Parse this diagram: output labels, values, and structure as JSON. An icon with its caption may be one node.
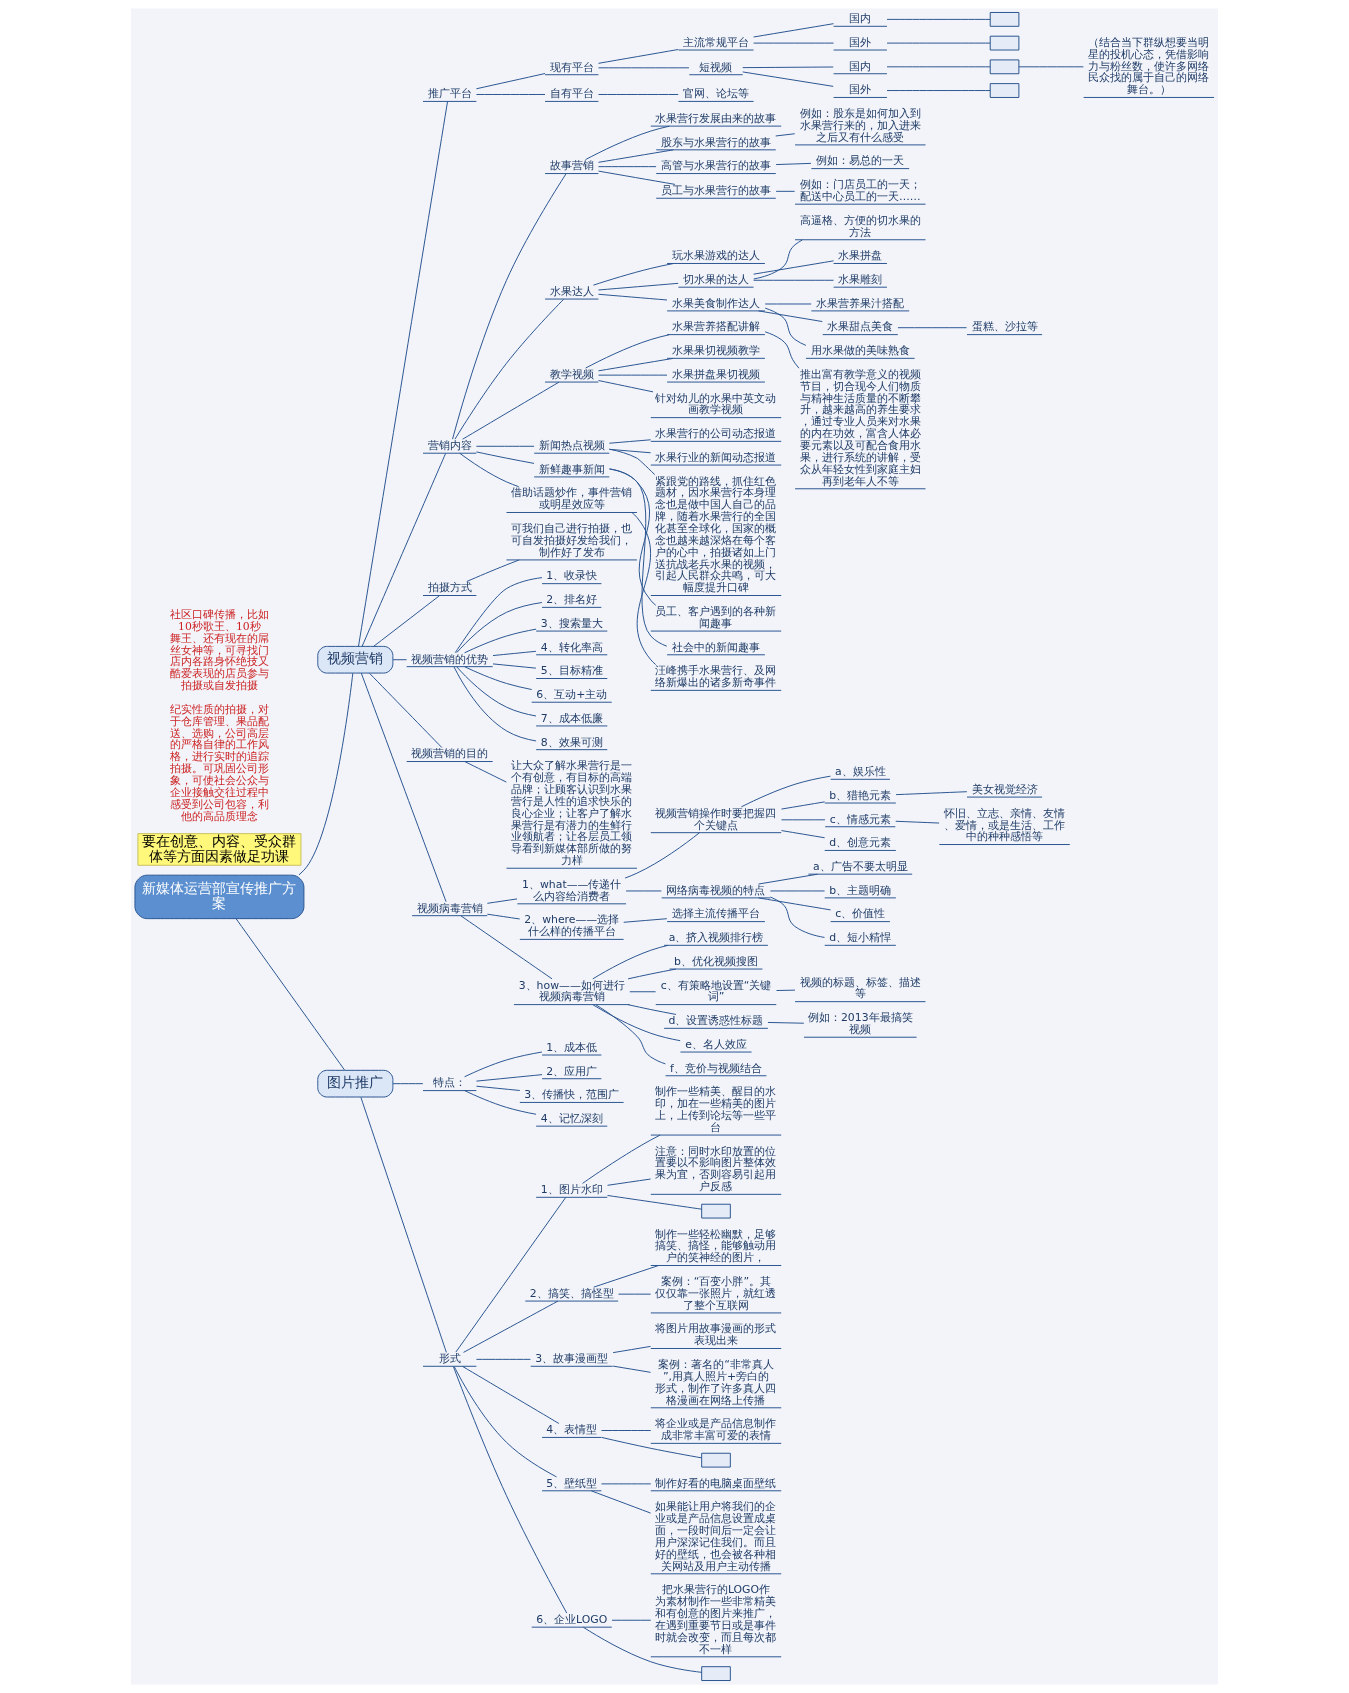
{
  "diagram": {
    "nodes": [
      {
        "text": [
          "新媒体运营部宣传推广方案"
        ]
      },
      {
        "text": [
          "视频营销"
        ]
      },
      {
        "text": [
          "推广平台"
        ]
      },
      {
        "text": [
          "现有平台"
        ]
      },
      {
        "text": [
          "主流常规平台"
        ]
      },
      {
        "text": [
          "国内"
        ]
      },
      {
        "text": [],
        "shape": "box"
      },
      {
        "text": [
          "国外"
        ]
      },
      {
        "text": [],
        "shape": "box"
      },
      {
        "text": [
          "短视频"
        ]
      },
      {
        "text": [
          "国内"
        ]
      },
      {
        "text": [],
        "shape": "box"
      },
      {
        "text": [
          "（结合当下群纵想要当明星的投机心态，凭借影响力与粉丝数，使许多网络民众找的属于自己的网络舞台。）"
        ]
      },
      {
        "text": [
          "国外"
        ]
      },
      {
        "text": [],
        "shape": "box"
      },
      {
        "text": [
          "自有平台"
        ]
      },
      {
        "text": [
          "官网、论坛等"
        ]
      },
      {
        "text": [
          "营销内容"
        ]
      },
      {
        "text": [
          "故事营销"
        ]
      },
      {
        "text": [
          "水果营行发展由来的故事"
        ]
      },
      {
        "text": [
          "股东与水果营行的故事"
        ]
      },
      {
        "text": [
          "例如：股东是如何加入到水果营行来的，加入进来之后又有什么感受"
        ]
      },
      {
        "text": [
          "高管与水果营行的故事"
        ]
      },
      {
        "text": [
          "例如：易总的一天"
        ]
      },
      {
        "text": [
          "员工与水果营行的故事"
        ]
      },
      {
        "text": [
          "例如：门店员工的一天；配送中心员工的一天……"
        ]
      },
      {
        "text": [
          "水果达人"
        ]
      },
      {
        "text": [
          "玩水果游戏的达人"
        ]
      },
      {
        "text": [
          "切水果的达人"
        ]
      },
      {
        "text": [
          "高逼格、方便的切水果的方法"
        ]
      },
      {
        "text": [
          "水果拼盘"
        ]
      },
      {
        "text": [
          "水果雕刻"
        ]
      },
      {
        "text": [
          "水果美食制作达人"
        ]
      },
      {
        "text": [
          "水果营养果汁搭配"
        ]
      },
      {
        "text": [
          "水果甜点美食"
        ]
      },
      {
        "text": [
          "蛋糕、沙拉等"
        ]
      },
      {
        "text": [
          "用水果做的美味熟食"
        ]
      },
      {
        "text": [
          "教学视频"
        ]
      },
      {
        "text": [
          "水果营养搭配讲解"
        ]
      },
      {
        "text": [
          "推出富有教学意义的视频节目，切合现今人们物质与精神生活质量的不断攀升，越来越高的养生要求，通过专业人员来对水果的内在功效，富含人体必要元素以及可配合食用水果，进行系统的讲解，受众从年轻女性到家庭主妇再到老年人不等"
        ]
      },
      {
        "text": [
          "水果果切视频教学"
        ]
      },
      {
        "text": [
          "水果拼盘果切视频"
        ]
      },
      {
        "text": [
          "针对幼儿的水果中英文动画教学视频"
        ]
      },
      {
        "text": [
          "新闻热点视频"
        ]
      },
      {
        "text": [
          "水果营行的公司动态报道"
        ]
      },
      {
        "text": [
          "水果行业的新闻动态报道"
        ]
      },
      {
        "text": [
          "紧跟党的路线，抓住红色题材，因水果营行本身理念也是做中国人自己的品牌，随着水果营行的全国化甚至全球化，国家的概念也越来越深烙在每个客户的心中，拍摄诸如上门送抗战老兵水果的视频，引起人民群众共鸣，可大幅度提升口碑"
        ]
      },
      {
        "text": [
          "新鲜趣事新闻"
        ]
      },
      {
        "text": [
          "员工、客户遇到的各种新闻趣事"
        ]
      },
      {
        "text": [
          "社会中的新闻趣事"
        ]
      },
      {
        "text": [
          "借助话题炒作，事件营销或明星效应等"
        ]
      },
      {
        "text": [
          "汪峰携手水果营行、及网络新爆出的诸多新奇事件"
        ]
      },
      {
        "text": [
          "拍摄方式"
        ]
      },
      {
        "text": [
          "可我们自己进行拍摄，也可自发拍摄好发给我们，制作好了发布"
        ]
      },
      {
        "text": [
          "视频营销的优势"
        ]
      },
      {
        "text": [
          "1、收录快"
        ]
      },
      {
        "text": [
          "2、排名好"
        ]
      },
      {
        "text": [
          "3、搜索量大"
        ]
      },
      {
        "text": [
          "4、转化率高"
        ]
      },
      {
        "text": [
          "5、目标精准"
        ]
      },
      {
        "text": [
          "6、互动+主动"
        ]
      },
      {
        "text": [
          "7、成本低廉"
        ]
      },
      {
        "text": [
          "8、效果可测"
        ]
      },
      {
        "text": [
          "视频营销的目的"
        ]
      },
      {
        "text": [
          "让大众了解水果营行是一个有创意，有目标的高端品牌；让顾客认识到水果营行是人性的追求快乐的良心企业；让客户了解水果营行是有潜力的生鲜行业领航者；让各层员工领导看到新媒体部所做的努力样"
        ]
      },
      {
        "text": [
          "视频病毒营销"
        ]
      },
      {
        "text": [
          "1、what——传递什么内容给消费者"
        ]
      },
      {
        "text": [
          "视频营销操作时要把握四个关键点"
        ]
      },
      {
        "text": [
          "a、娱乐性"
        ]
      },
      {
        "text": [
          "b、猎艳元素"
        ]
      },
      {
        "text": [
          "美女视觉经济"
        ]
      },
      {
        "text": [
          "c、情感元素"
        ]
      },
      {
        "text": [
          "怀旧、立志、亲情、友情、爱情，或是生活、工作中的种种感悟等"
        ]
      },
      {
        "text": [
          "d、创意元素"
        ]
      },
      {
        "text": [
          "网络病毒视频的特点"
        ]
      },
      {
        "text": [
          "a、广告不要太明显"
        ]
      },
      {
        "text": [
          "b、主题明确"
        ]
      },
      {
        "text": [
          "c、价值性"
        ]
      },
      {
        "text": [
          "d、短小精悍"
        ]
      },
      {
        "text": [
          "2、where——选择什么样的传播平台"
        ]
      },
      {
        "text": [
          "选择主流传播平台"
        ]
      },
      {
        "text": [
          "3、how——如何进行视频病毒营销"
        ]
      },
      {
        "text": [
          "a、挤入视频排行榜"
        ]
      },
      {
        "text": [
          "b、优化视频搜图"
        ]
      },
      {
        "text": [
          "c、有策略地设置“关键词”"
        ]
      },
      {
        "text": [
          "视频的标题、标签、描述等"
        ]
      },
      {
        "text": [
          "d、设置诱惑性标题"
        ]
      },
      {
        "text": [
          "例如：2013年最搞笑视频"
        ]
      },
      {
        "text": [
          "e、名人效应"
        ]
      },
      {
        "text": [
          "f、竞价与视频结合"
        ]
      },
      {
        "text": [
          "要在创意、内容、受众群体等方面因素做足功课"
        ]
      },
      {
        "text": [
          "图片推广"
        ]
      },
      {
        "text": [
          "特点："
        ]
      },
      {
        "text": [
          "1、成本低"
        ]
      },
      {
        "text": [
          "2、应用广"
        ]
      },
      {
        "text": [
          "3、传播快，范围广"
        ]
      },
      {
        "text": [
          "4、记忆深刻"
        ]
      },
      {
        "text": [
          "形式"
        ]
      },
      {
        "text": [
          "1、图片水印"
        ]
      },
      {
        "text": [
          "制作一些精美、醒目的水印，加在一些精美的图片上，上传到论坛等一些平台"
        ]
      },
      {
        "text": [
          "注意：同时水印放置的位置要以不影响图片整体效果为宜，否则容易引起用户反感"
        ]
      },
      {
        "text": [],
        "shape": "box"
      },
      {
        "text": [
          "2、搞笑、搞怪型"
        ]
      },
      {
        "text": [
          "制作一些轻松幽默，足够搞笑、搞怪，能够触动用户的笑神经的图片，"
        ]
      },
      {
        "text": [
          "案例：“百变小胖”。其仅仅靠一张照片，就红透了整个互联网"
        ]
      },
      {
        "text": [
          "3、故事漫画型"
        ]
      },
      {
        "text": [
          "将图片用故事漫画的形式表现出来"
        ]
      },
      {
        "text": [
          "案例：著名的“非常真人”,用真人照片+旁白的形式，制作了许多真人四格漫画在网络上传播"
        ]
      },
      {
        "text": [
          "4、表情型"
        ]
      },
      {
        "text": [
          "将企业或是产品信息制作成非常丰富可爱的表情"
        ]
      },
      {
        "text": [],
        "shape": "box"
      },
      {
        "text": [
          "5、壁纸型"
        ]
      },
      {
        "text": [
          "制作好看的电脑桌面壁纸"
        ]
      },
      {
        "text": [
          "如果能让用户将我们的企业或是产品信息设置成桌面，一段时间后一定会让用户深深记住我们。而且好的壁纸，也会被各种相关网站及用户主动传播"
        ]
      },
      {
        "text": [
          "6、企业LOGO"
        ]
      },
      {
        "text": [
          "把水果营行的LOGO作为素材制作一些非常精美和有创意的图片来推广，在遇到重要节日或是事件时就会改变，而且每次都不一样"
        ]
      },
      {
        "text": [],
        "shape": "box"
      }
    ],
    "edges": [
      {
        "from": 0,
        "to": 1,
        "arrow": "none"
      },
      {
        "from": 1,
        "to": 2,
        "arrow": "none"
      },
      {
        "from": 2,
        "to": 3,
        "arrow": "none"
      },
      {
        "from": 3,
        "to": 4,
        "arrow": "none"
      },
      {
        "from": 4,
        "to": 5,
        "arrow": "none"
      },
      {
        "from": 5,
        "to": 6,
        "arrow": "none"
      },
      {
        "from": 4,
        "to": 7,
        "arrow": "none"
      },
      {
        "from": 7,
        "to": 8,
        "arrow": "none"
      },
      {
        "from": 3,
        "to": 9,
        "arrow": "none"
      },
      {
        "from": 9,
        "to": 10,
        "arrow": "none"
      },
      {
        "from": 10,
        "to": 11,
        "arrow": "none"
      },
      {
        "from": 11,
        "to": 12,
        "arrow": "none"
      },
      {
        "from": 9,
        "to": 13,
        "arrow": "none"
      },
      {
        "from": 13,
        "to": 14,
        "arrow": "none"
      },
      {
        "from": 2,
        "to": 15,
        "arrow": "none"
      },
      {
        "from": 15,
        "to": 16,
        "arrow": "none"
      },
      {
        "from": 1,
        "to": 17,
        "arrow": "none"
      },
      {
        "from": 17,
        "to": 18,
        "arrow": "none"
      },
      {
        "from": 18,
        "to": 19,
        "arrow": "none"
      },
      {
        "from": 18,
        "to": 20,
        "arrow": "none"
      },
      {
        "from": 20,
        "to": 21,
        "arrow": "none"
      },
      {
        "from": 18,
        "to": 22,
        "arrow": "none"
      },
      {
        "from": 22,
        "to": 23,
        "arrow": "none"
      },
      {
        "from": 18,
        "to": 24,
        "arrow": "none"
      },
      {
        "from": 24,
        "to": 25,
        "arrow": "none"
      },
      {
        "from": 17,
        "to": 26,
        "arrow": "none"
      },
      {
        "from": 26,
        "to": 27,
        "arrow": "none"
      },
      {
        "from": 26,
        "to": 28,
        "arrow": "none"
      },
      {
        "from": 28,
        "to": 29,
        "arrow": "none"
      },
      {
        "from": 28,
        "to": 30,
        "arrow": "none"
      },
      {
        "from": 28,
        "to": 31,
        "arrow": "none"
      },
      {
        "from": 26,
        "to": 32,
        "arrow": "none"
      },
      {
        "from": 32,
        "to": 33,
        "arrow": "none"
      },
      {
        "from": 32,
        "to": 34,
        "arrow": "none"
      },
      {
        "from": 34,
        "to": 35,
        "arrow": "none"
      },
      {
        "from": 32,
        "to": 36,
        "arrow": "none"
      },
      {
        "from": 17,
        "to": 37,
        "arrow": "none"
      },
      {
        "from": 37,
        "to": 38,
        "arrow": "none"
      },
      {
        "from": 38,
        "to": 39,
        "arrow": "none"
      },
      {
        "from": 37,
        "to": 40,
        "arrow": "none"
      },
      {
        "from": 37,
        "to": 41,
        "arrow": "none"
      },
      {
        "from": 37,
        "to": 42,
        "arrow": "none"
      },
      {
        "from": 17,
        "to": 43,
        "arrow": "none"
      },
      {
        "from": 43,
        "to": 44,
        "arrow": "none"
      },
      {
        "from": 43,
        "to": 45,
        "arrow": "none"
      },
      {
        "from": 43,
        "to": 46,
        "arrow": "none"
      },
      {
        "from": 17,
        "to": 47,
        "arrow": "none"
      },
      {
        "from": 47,
        "to": 48,
        "arrow": "none"
      },
      {
        "from": 47,
        "to": 49,
        "arrow": "none"
      },
      {
        "from": 17,
        "to": 50,
        "arrow": "none"
      },
      {
        "from": 50,
        "to": 51,
        "arrow": "none"
      },
      {
        "from": 1,
        "to": 52,
        "arrow": "none"
      },
      {
        "from": 52,
        "to": 53,
        "arrow": "none"
      },
      {
        "from": 1,
        "to": 54,
        "arrow": "none"
      },
      {
        "from": 54,
        "to": 55,
        "arrow": "none"
      },
      {
        "from": 54,
        "to": 56,
        "arrow": "none"
      },
      {
        "from": 54,
        "to": 57,
        "arrow": "none"
      },
      {
        "from": 54,
        "to": 58,
        "arrow": "none"
      },
      {
        "from": 54,
        "to": 59,
        "arrow": "none"
      },
      {
        "from": 54,
        "to": 60,
        "arrow": "none"
      },
      {
        "from": 54,
        "to": 61,
        "arrow": "none"
      },
      {
        "from": 54,
        "to": 62,
        "arrow": "none"
      },
      {
        "from": 1,
        "to": 63,
        "arrow": "none"
      },
      {
        "from": 63,
        "to": 64,
        "arrow": "none"
      },
      {
        "from": 1,
        "to": 65,
        "arrow": "none"
      },
      {
        "from": 65,
        "to": 66,
        "arrow": "none"
      },
      {
        "from": 66,
        "to": 67,
        "arrow": "none"
      },
      {
        "from": 67,
        "to": 68,
        "arrow": "none"
      },
      {
        "from": 67,
        "to": 69,
        "arrow": "none"
      },
      {
        "from": 69,
        "to": 70,
        "arrow": "none"
      },
      {
        "from": 67,
        "to": 71,
        "arrow": "none"
      },
      {
        "from": 71,
        "to": 72,
        "arrow": "none"
      },
      {
        "from": 67,
        "to": 73,
        "arrow": "none"
      },
      {
        "from": 66,
        "to": 74,
        "arrow": "none"
      },
      {
        "from": 74,
        "to": 75,
        "arrow": "none"
      },
      {
        "from": 74,
        "to": 76,
        "arrow": "none"
      },
      {
        "from": 74,
        "to": 77,
        "arrow": "none"
      },
      {
        "from": 74,
        "to": 78,
        "arrow": "none"
      },
      {
        "from": 65,
        "to": 79,
        "arrow": "none"
      },
      {
        "from": 79,
        "to": 80,
        "arrow": "none"
      },
      {
        "from": 65,
        "to": 81,
        "arrow": "none"
      },
      {
        "from": 81,
        "to": 82,
        "arrow": "none"
      },
      {
        "from": 81,
        "to": 83,
        "arrow": "none"
      },
      {
        "from": 81,
        "to": 84,
        "arrow": "none"
      },
      {
        "from": 84,
        "to": 85,
        "arrow": "none"
      },
      {
        "from": 81,
        "to": 86,
        "arrow": "none"
      },
      {
        "from": 86,
        "to": 87,
        "arrow": "none"
      },
      {
        "from": 81,
        "to": 88,
        "arrow": "none"
      },
      {
        "from": 81,
        "to": 89,
        "arrow": "none"
      },
      {
        "from": 0,
        "to": 91,
        "arrow": "none"
      },
      {
        "from": 91,
        "to": 92,
        "arrow": "none"
      },
      {
        "from": 92,
        "to": 93,
        "arrow": "none"
      },
      {
        "from": 92,
        "to": 94,
        "arrow": "none"
      },
      {
        "from": 92,
        "to": 95,
        "arrow": "none"
      },
      {
        "from": 92,
        "to": 96,
        "arrow": "none"
      },
      {
        "from": 91,
        "to": 97,
        "arrow": "none"
      },
      {
        "from": 97,
        "to": 98,
        "arrow": "none"
      },
      {
        "from": 98,
        "to": 99,
        "arrow": "none"
      },
      {
        "from": 98,
        "to": 100,
        "arrow": "none"
      },
      {
        "from": 98,
        "to": 101,
        "arrow": "none"
      },
      {
        "from": 97,
        "to": 102,
        "arrow": "none"
      },
      {
        "from": 102,
        "to": 103,
        "arrow": "none"
      },
      {
        "from": 102,
        "to": 104,
        "arrow": "none"
      },
      {
        "from": 97,
        "to": 105,
        "arrow": "none"
      },
      {
        "from": 105,
        "to": 106,
        "arrow": "none"
      },
      {
        "from": 105,
        "to": 107,
        "arrow": "none"
      },
      {
        "from": 97,
        "to": 108,
        "arrow": "none"
      },
      {
        "from": 108,
        "to": 109,
        "arrow": "none"
      },
      {
        "from": 108,
        "to": 110,
        "arrow": "none"
      },
      {
        "from": 97,
        "to": 111,
        "arrow": "none"
      },
      {
        "from": 111,
        "to": 112,
        "arrow": "none"
      },
      {
        "from": 111,
        "to": 113,
        "arrow": "none"
      },
      {
        "from": 97,
        "to": 114,
        "arrow": "none"
      },
      {
        "from": 114,
        "to": 115,
        "arrow": "none"
      },
      {
        "from": 114,
        "to": 116,
        "arrow": "none"
      }
    ],
    "labels": [
      "纪实性质的拍摄，对于仓库管理、果品配送、选购，公司高层的严格自律的工作风格，进行实时的追踪拍摄。可巩固公司形象，可使社会公众与企业接触交往过程中感受到公司包容，利他的高品质理念",
      "社区口碑传播，比如10秒歌王、10秒舞王、还有现在的屌丝女神等，可寻找门店内各路身怀绝技又酷爱表现的店员参与拍摄或自发拍摄"
    ]
  }
}
